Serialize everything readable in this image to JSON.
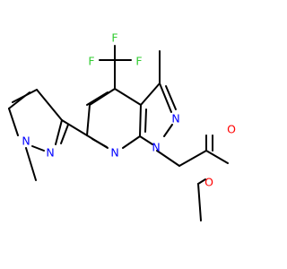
{
  "colors": {
    "carbon": "#000000",
    "nitrogen": "#0000ff",
    "oxygen": "#ff0000",
    "fluorine": "#33cc33"
  },
  "atoms": {
    "f1": "F",
    "f2": "F",
    "f3": "F",
    "n_pyrazole_methyl": "N",
    "n_pyrazole_2": "N",
    "n_pyridine": "N",
    "n_core_1": "N",
    "n_core_2": "N",
    "o_carbonyl": "O",
    "o_ester": "O"
  }
}
